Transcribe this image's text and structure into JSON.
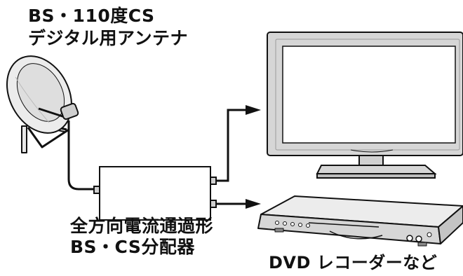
{
  "labels": {
    "antenna_line1": "BS・110度CS",
    "antenna_line2": "デジタル用アンテナ",
    "splitter_line1": "全方向電流通過形",
    "splitter_line2": "BS・CS分配器",
    "recorder": "DVD レコーダーなど"
  },
  "colors": {
    "line": "#111111",
    "tv_body": "#d8d8d8",
    "dish": "#e6e6e6",
    "recorder_body": "#dcdcdc"
  }
}
